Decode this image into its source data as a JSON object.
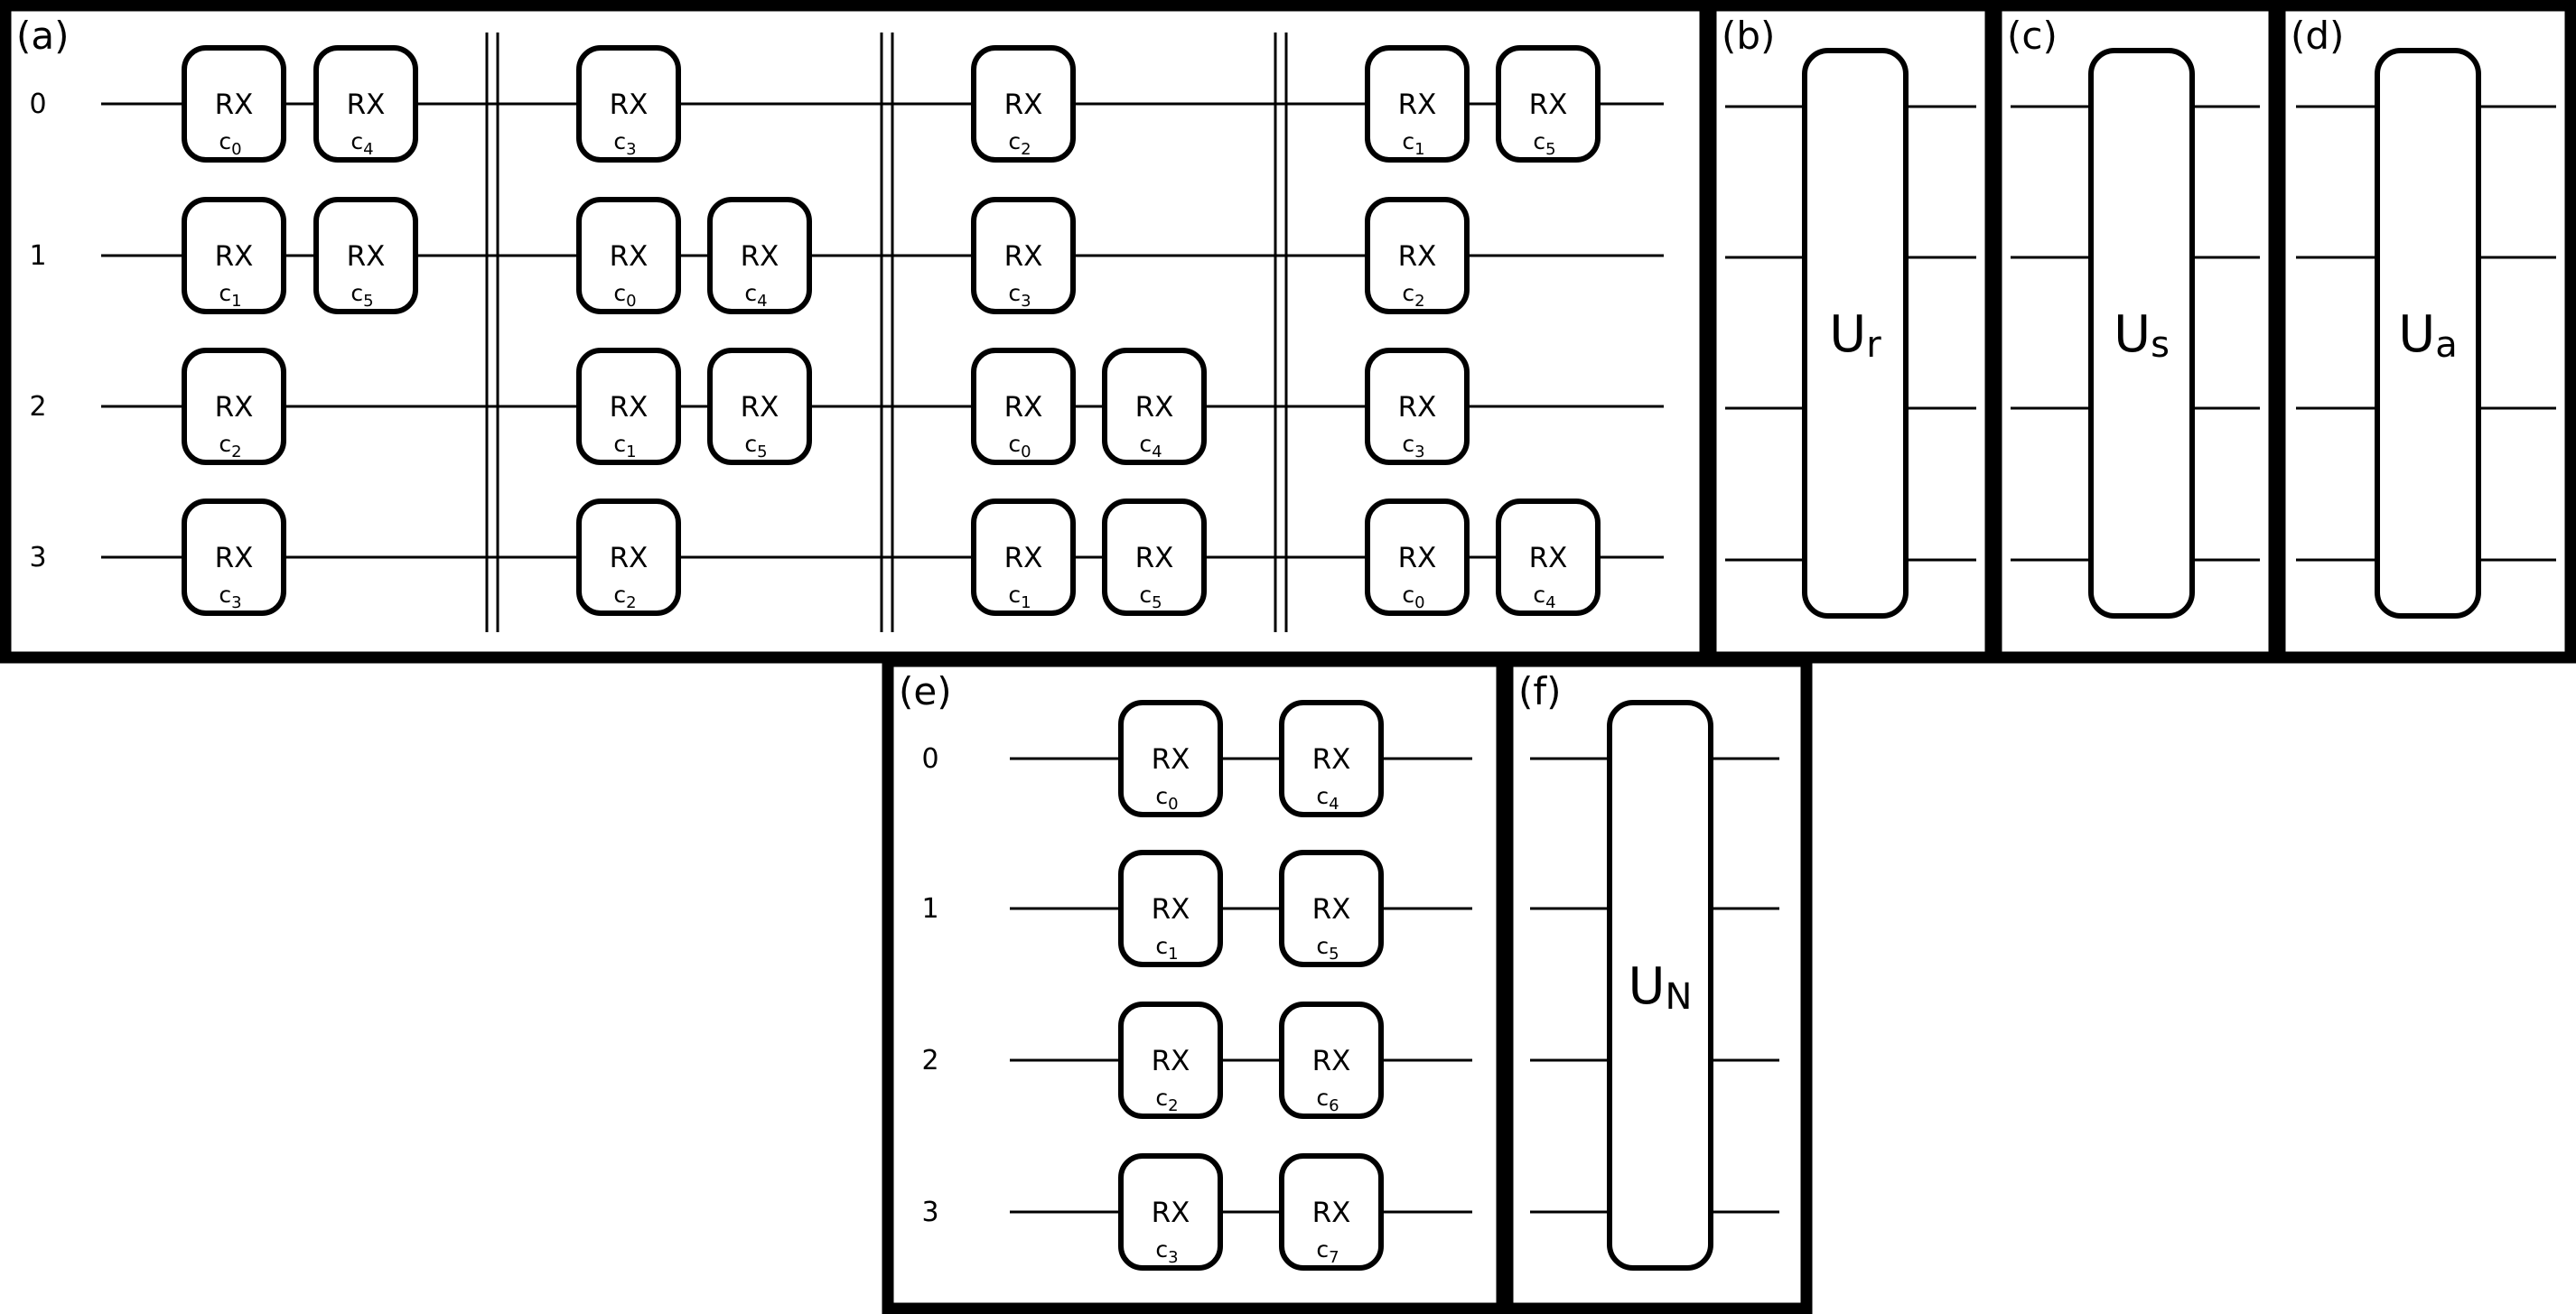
{
  "panels": [
    {
      "id": "a",
      "label": "(a)",
      "qubits": [
        "0",
        "1",
        "2",
        "3"
      ],
      "gates": [
        {
          "qubit": 0,
          "col": 0,
          "name": "RX",
          "param": "c",
          "sub": "0"
        },
        {
          "qubit": 0,
          "col": 1,
          "name": "RX",
          "param": "c",
          "sub": "4"
        },
        {
          "qubit": 1,
          "col": 0,
          "name": "RX",
          "param": "c",
          "sub": "1"
        },
        {
          "qubit": 1,
          "col": 1,
          "name": "RX",
          "param": "c",
          "sub": "5"
        },
        {
          "qubit": 2,
          "col": 0,
          "name": "RX",
          "param": "c",
          "sub": "2"
        },
        {
          "qubit": 3,
          "col": 0,
          "name": "RX",
          "param": "c",
          "sub": "3"
        },
        {
          "qubit": 0,
          "col": 2,
          "name": "RX",
          "param": "c",
          "sub": "3"
        },
        {
          "qubit": 1,
          "col": 2,
          "name": "RX",
          "param": "c",
          "sub": "0"
        },
        {
          "qubit": 1,
          "col": 3,
          "name": "RX",
          "param": "c",
          "sub": "4"
        },
        {
          "qubit": 2,
          "col": 2,
          "name": "RX",
          "param": "c",
          "sub": "1"
        },
        {
          "qubit": 2,
          "col": 3,
          "name": "RX",
          "param": "c",
          "sub": "5"
        },
        {
          "qubit": 3,
          "col": 2,
          "name": "RX",
          "param": "c",
          "sub": "2"
        },
        {
          "qubit": 0,
          "col": 4,
          "name": "RX",
          "param": "c",
          "sub": "2"
        },
        {
          "qubit": 1,
          "col": 4,
          "name": "RX",
          "param": "c",
          "sub": "3"
        },
        {
          "qubit": 2,
          "col": 4,
          "name": "RX",
          "param": "c",
          "sub": "0"
        },
        {
          "qubit": 2,
          "col": 5,
          "name": "RX",
          "param": "c",
          "sub": "4"
        },
        {
          "qubit": 3,
          "col": 4,
          "name": "RX",
          "param": "c",
          "sub": "1"
        },
        {
          "qubit": 3,
          "col": 5,
          "name": "RX",
          "param": "c",
          "sub": "5"
        },
        {
          "qubit": 0,
          "col": 6,
          "name": "RX",
          "param": "c",
          "sub": "1"
        },
        {
          "qubit": 0,
          "col": 7,
          "name": "RX",
          "param": "c",
          "sub": "5"
        },
        {
          "qubit": 1,
          "col": 6,
          "name": "RX",
          "param": "c",
          "sub": "2"
        },
        {
          "qubit": 2,
          "col": 6,
          "name": "RX",
          "param": "c",
          "sub": "3"
        },
        {
          "qubit": 3,
          "col": 6,
          "name": "RX",
          "param": "c",
          "sub": "0"
        },
        {
          "qubit": 3,
          "col": 7,
          "name": "RX",
          "param": "c",
          "sub": "4"
        }
      ]
    },
    {
      "id": "b",
      "label": "(b)",
      "unitary": {
        "base": "U",
        "sub": "r"
      }
    },
    {
      "id": "c",
      "label": "(c)",
      "unitary": {
        "base": "U",
        "sub": "s"
      }
    },
    {
      "id": "d",
      "label": "(d)",
      "unitary": {
        "base": "U",
        "sub": "a"
      }
    },
    {
      "id": "e",
      "label": "(e)",
      "qubits": [
        "0",
        "1",
        "2",
        "3"
      ],
      "gates": [
        {
          "qubit": 0,
          "col": 0,
          "name": "RX",
          "param": "c",
          "sub": "0"
        },
        {
          "qubit": 0,
          "col": 1,
          "name": "RX",
          "param": "c",
          "sub": "4"
        },
        {
          "qubit": 1,
          "col": 0,
          "name": "RX",
          "param": "c",
          "sub": "1"
        },
        {
          "qubit": 1,
          "col": 1,
          "name": "RX",
          "param": "c",
          "sub": "5"
        },
        {
          "qubit": 2,
          "col": 0,
          "name": "RX",
          "param": "c",
          "sub": "2"
        },
        {
          "qubit": 2,
          "col": 1,
          "name": "RX",
          "param": "c",
          "sub": "6"
        },
        {
          "qubit": 3,
          "col": 0,
          "name": "RX",
          "param": "c",
          "sub": "3"
        },
        {
          "qubit": 3,
          "col": 1,
          "name": "RX",
          "param": "c",
          "sub": "7"
        }
      ]
    },
    {
      "id": "f",
      "label": "(f)",
      "unitary": {
        "base": "U",
        "sub": "N"
      }
    }
  ]
}
